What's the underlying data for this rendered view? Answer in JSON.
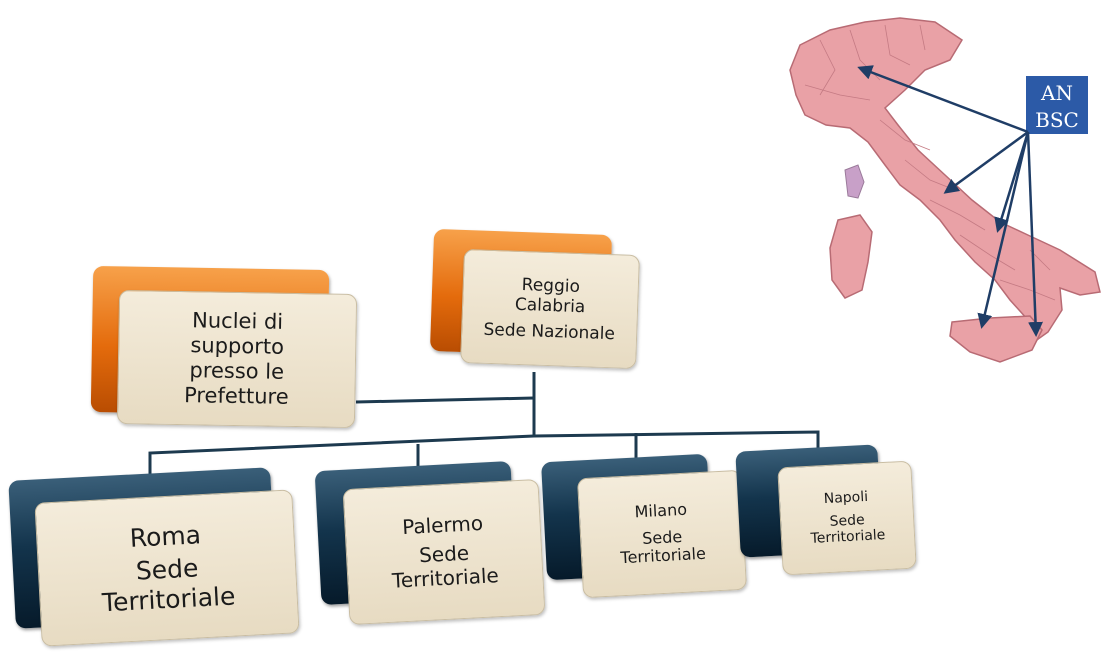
{
  "nodes": {
    "national": {
      "line1": "Reggio",
      "line2": "Calabria",
      "line3": "Sede Nazionale"
    },
    "support": {
      "line1": "Nuclei di",
      "line2": "supporto",
      "line3": "presso le",
      "line4": "Prefetture"
    },
    "roma": {
      "line1": "Roma",
      "line2": "Sede",
      "line3": "Territoriale"
    },
    "palermo": {
      "line1": "Palermo",
      "line2": "Sede",
      "line3": "Territoriale"
    },
    "milano": {
      "line1": "Milano",
      "line2": "Sede",
      "line3": "Territoriale"
    },
    "napoli": {
      "line1": "Napoli",
      "line2": "Sede",
      "line3": "Territoriale"
    }
  },
  "logo": {
    "line1": "AN",
    "line2": "BSC"
  },
  "colors": {
    "orange_back": "#e46b0c",
    "navy_back": "#13344c",
    "front_fill": "#efe5d0",
    "connector": "#1d3a4f",
    "map_region": "#e9a1a6",
    "arrow": "#1f3d66"
  }
}
